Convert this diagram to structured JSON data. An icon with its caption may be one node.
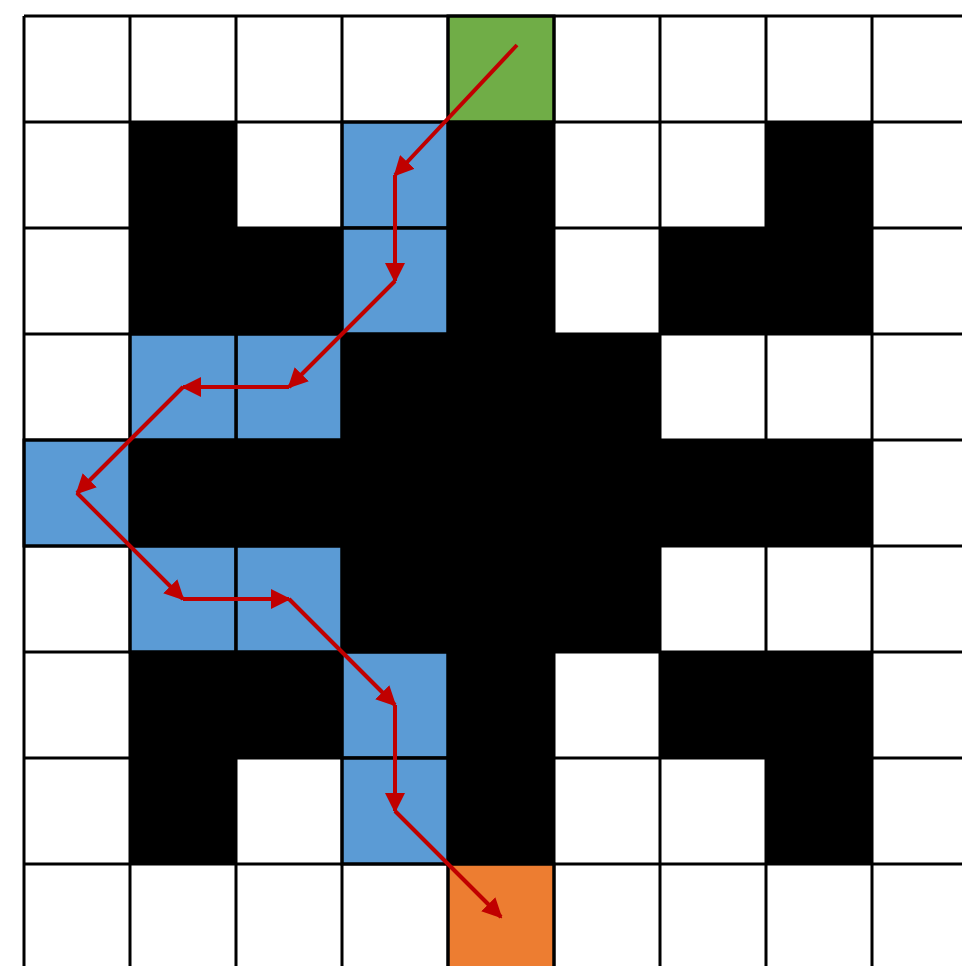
{
  "diagram": {
    "nodes": [
      {
        "text": [],
        "shape": "box"
      },
      {
        "text": [],
        "shape": "box"
      },
      {
        "text": [],
        "shape": "box"
      },
      {
        "text": [],
        "shape": "box"
      },
      {
        "text": [],
        "shape": "box"
      },
      {
        "text": [],
        "shape": "box"
      },
      {
        "text": [],
        "shape": "box"
      },
      {
        "text": [],
        "shape": "box"
      },
      {
        "text": [],
        "shape": "box"
      },
      {
        "text": [],
        "shape": "box"
      },
      {
        "text": [],
        "shape": "box"
      },
      {
        "text": [],
        "shape": "box"
      },
      {
        "text": [],
        "shape": "box"
      },
      {
        "text": [],
        "shape": "box"
      },
      {
        "text": [],
        "shape": "box"
      }
    ],
    "edges": [
      {
        "from": 0,
        "to": 1,
        "arrow": "to"
      },
      {
        "from": 1,
        "to": 2,
        "arrow": "to"
      },
      {
        "from": 2,
        "to": 3,
        "arrow": "to"
      },
      {
        "from": 3,
        "to": 4,
        "arrow": "to"
      },
      {
        "from": 4,
        "to": 5,
        "arrow": "to"
      },
      {
        "from": 5,
        "to": 6,
        "arrow": "to"
      },
      {
        "from": 6,
        "to": 7,
        "arrow": "to"
      },
      {
        "from": 7,
        "to": 8,
        "arrow": "to"
      },
      {
        "from": 8,
        "to": 9,
        "arrow": "to"
      },
      {
        "from": 9,
        "to": 10,
        "arrow": "to"
      }
    ]
  }
}
